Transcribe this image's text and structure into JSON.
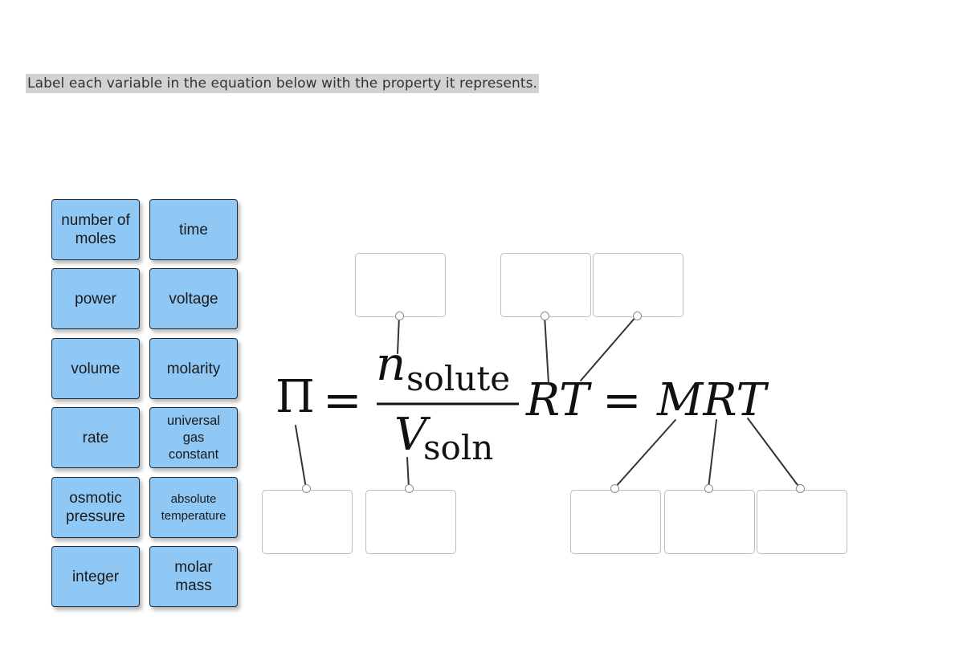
{
  "instruction": "Label each variable in the equation below with the property it represents.",
  "label_tiles": [
    {
      "label": "number of moles"
    },
    {
      "label": "time"
    },
    {
      "label": "power"
    },
    {
      "label": "voltage"
    },
    {
      "label": "volume"
    },
    {
      "label": "molarity"
    },
    {
      "label": "rate"
    },
    {
      "label": "universal gas constant"
    },
    {
      "label": "osmotic pressure"
    },
    {
      "label": "absolute temperature"
    },
    {
      "label": "integer"
    },
    {
      "label": "molar mass"
    }
  ],
  "equation": {
    "pi": "Π",
    "equals1": "=",
    "numerator_var": "n",
    "numerator_sub": "solute",
    "denominator_var": "V",
    "denominator_sub": "soln",
    "rt": "RT",
    "equals2": "=",
    "mrt": "MRT"
  },
  "drop_targets": [
    {
      "variable": "n_solute",
      "value": ""
    },
    {
      "variable": "R (left)",
      "value": ""
    },
    {
      "variable": "T (left)",
      "value": ""
    },
    {
      "variable": "Π",
      "value": ""
    },
    {
      "variable": "V_soln",
      "value": ""
    },
    {
      "variable": "M",
      "value": ""
    },
    {
      "variable": "R (right)",
      "value": ""
    },
    {
      "variable": "T (right)",
      "value": ""
    }
  ],
  "colors": {
    "tile_fill": "#8fc8f5",
    "tile_border": "#1f2a36",
    "instruction_highlight": "#d2d2d2",
    "drop_border": "#bdbdbd"
  }
}
